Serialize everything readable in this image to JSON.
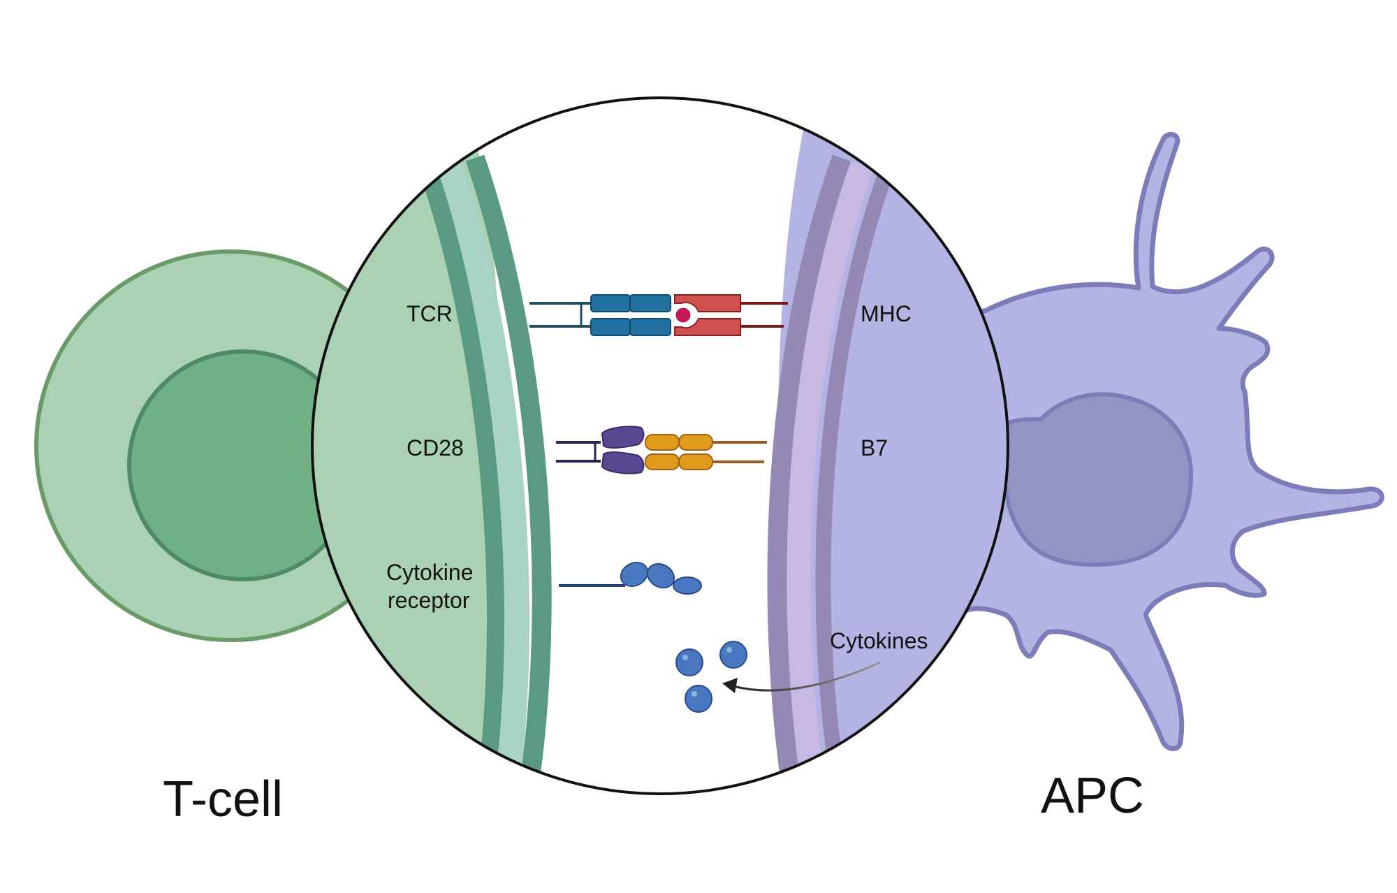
{
  "labels": {
    "tcell": "T-cell",
    "apc": "APC",
    "tcr": "TCR",
    "mhc": "MHC",
    "cd28": "CD28",
    "b7": "B7",
    "cytokine_receptor_line1": "Cytokine",
    "cytokine_receptor_line2": "receptor",
    "cytokines": "Cytokines"
  },
  "colors": {
    "tcell_cytoplasm": "#aad1b3",
    "tcell_nucleus": "#70b085",
    "tcell_outline": "#6a9a68",
    "tcell_membrane_dark": "#5a9a82",
    "tcell_membrane_light": "#aad3c8",
    "apc_cytoplasm": "#b4b4e4",
    "apc_nucleus": "#9494c4",
    "apc_outline": "#7c7cb8",
    "apc_membrane_dark": "#9488b4",
    "apc_membrane_light": "#c8b8e4",
    "tcr_blue": "#2070a0",
    "mhc_red": "#d05050",
    "antigen": "#c01858",
    "cd28_purple": "#5a4890",
    "b7_orange": "#e09a1c",
    "cytokine_blue": "#4a78c0"
  }
}
